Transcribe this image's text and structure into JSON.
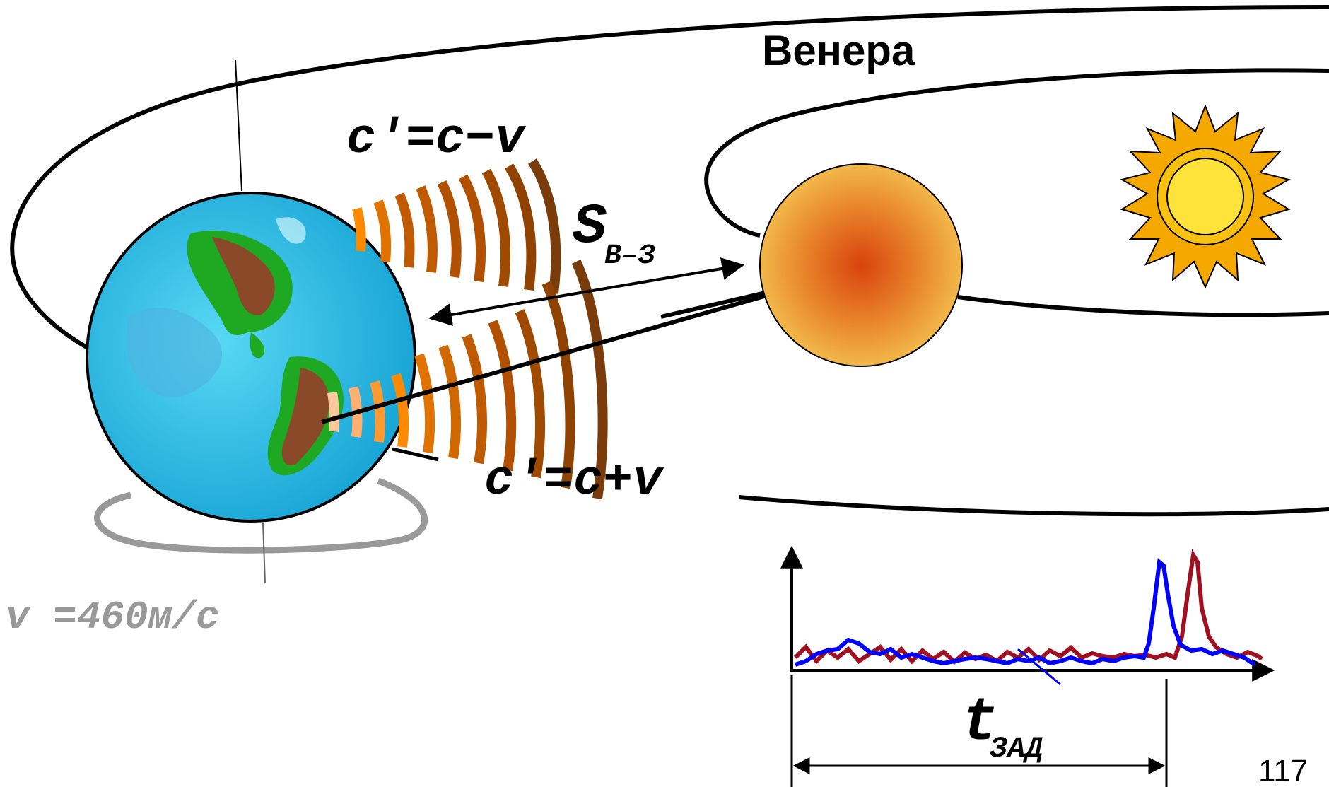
{
  "labels": {
    "venus": "Венера",
    "speed_minus": "c′=c−v",
    "speed_plus": "c′=c+v",
    "distance_main": "S",
    "distance_sub": "В–З",
    "rotation_speed": "v =460м/с",
    "delay_main": "t",
    "delay_sub": "ЗАД",
    "page_number": "117"
  },
  "colors": {
    "ocean": "#3bbfe0",
    "land_green": "#1fa821",
    "land_brown": "#8a4a2a",
    "venus_center": "#d8430c",
    "venus_edge": "#f0b040",
    "sun_rays": "#f4a800",
    "sun_disc": "#ffe23a",
    "wave_dark": "#7a3c0a",
    "wave_mid": "#c05a00",
    "wave_light": "#ff8a00",
    "signal_sent": "#0000ff",
    "signal_received": "#a01020",
    "rotation_gray": "#999999"
  },
  "icons": [
    "earth-globe-icon",
    "venus-planet-icon",
    "sun-icon"
  ]
}
